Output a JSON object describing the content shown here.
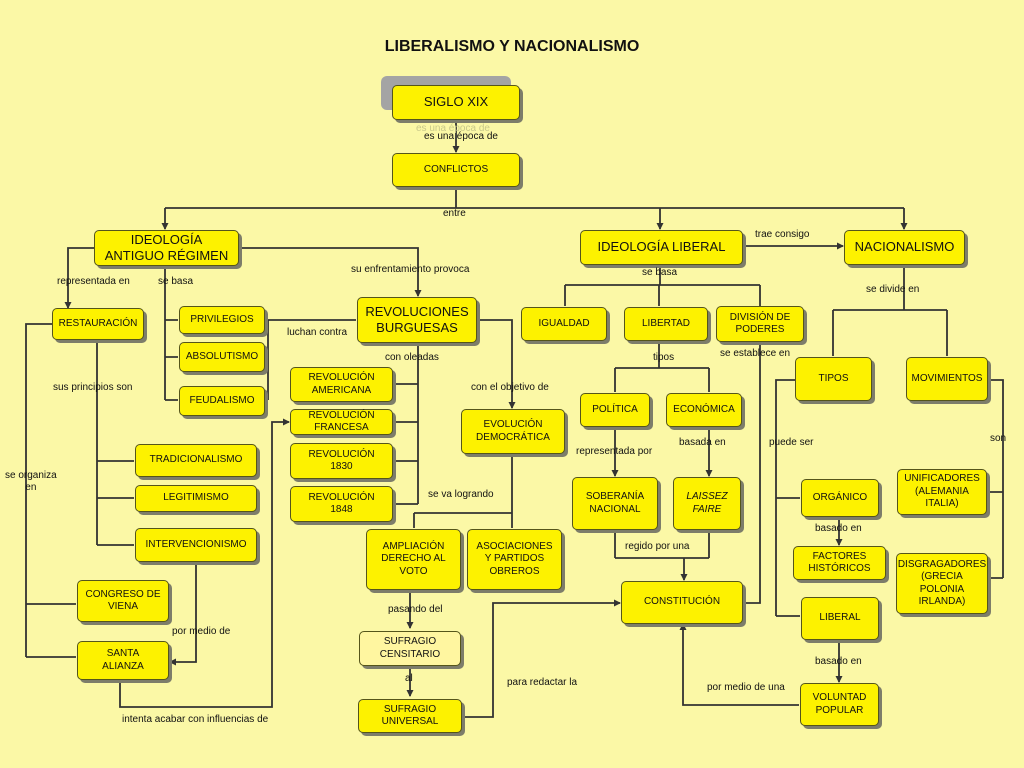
{
  "title": "LIBERALISMO Y NACIONALISMO",
  "nodes": {
    "siglo_xix": "SIGLO  XIX",
    "conflictos": "CONFLICTOS",
    "ideologia_antiguo_regimen": "IDEOLOGÍA\nANTIGUO RÉGIMEN",
    "ideologia_liberal": "IDEOLOGÍA LIBERAL",
    "nacionalismo": "NACIONALISMO",
    "restauracion": "RESTAURACIÓN",
    "privilegios": "PRIVILEGIOS",
    "absolutismo": "ABSOLUTISMO",
    "feudalismo": "FEUDALISMO",
    "revoluciones_burguesas": "REVOLUCIONES\nBURGUESAS",
    "igualdad": "IGUALDAD",
    "libertad": "LIBERTAD",
    "division_poderes": "DIVISIÓN DE\nPODERES",
    "tipos_nac": "TIPOS",
    "movimientos": "MOVIMIENTOS",
    "revolucion_americana": "REVOLUCIÓN\nAMERICANA",
    "revolucion_francesa": "REVOLUCIÓN\nFRANCESA",
    "revolucion_1830": "REVOLUCIÓN\n1830",
    "revolucion_1848": "REVOLUCIÓN\n1848",
    "evolucion_democratica": "EVOLUCIÓN\nDEMOCRÁTICA",
    "politica": "POLÍTICA",
    "economica": "ECONÓMICA",
    "tradicionalismo": "TRADICIONALISMO",
    "legitimismo": "LEGITIMISMO",
    "intervencionismo": "INTERVENCIONISMO",
    "soberania_nacional": "SOBERANÍA\nNACIONAL",
    "laissez_faire": "LAISSEZ\nFAIRE",
    "organico": "ORGÁNICO",
    "unificadores": "UNIFICADORES\n(ALEMANIA\nITALIA)",
    "ampliacion_derecho_voto": "AMPLIACIÓN\nDERECHO AL\nVOTO",
    "asociaciones_partidos_obreros": "ASOCIACIONES\nY PARTIDOS\nOBREROS",
    "factores_historicos": "FACTORES\nHISTÓRICOS",
    "disgregadores": "DISGRAGADORES\n(GRECIA\nPOLONIA\nIRLANDA)",
    "congreso_viena": "CONGRESO DE\nVIENA",
    "constitucion": "CONSTITUCIÓN",
    "liberal": "LIBERAL",
    "sufragio_censitario": "SUFRAGIO\nCENSITARIO",
    "santa_alianza": "SANTA\nALIANZA",
    "voluntad_popular": "VOLUNTAD\nPOPULAR",
    "sufragio_universal": "SUFRAGIO\nUNIVERSAL"
  },
  "labels": {
    "es_una_epoca_de_ghost": "es una época de",
    "es_una_epoca_de": "es una época de",
    "entre": "entre",
    "trae_consigo": "trae consigo",
    "su_enfrentamiento_provoca": "su enfrentamiento provoca",
    "se_basa_liberal": "se basa",
    "representada_en": "representada en",
    "se_basa_antiguo": "se basa",
    "se_divide_en": "se divide en",
    "luchan_contra": "luchan contra",
    "con_oleadas": "con oleadas",
    "tipos_lib": "tipos",
    "se_establece_en": "se establece en",
    "sus_principios_son": "sus principios son",
    "con_el_objetivo_de": "con el objetivo de",
    "son": "son",
    "basada_en": "basada en",
    "puede_ser": "puede ser",
    "representada_por": "representada por",
    "se_organiza_en": "se organiza\nen",
    "se_va_logrando": "se va logrando",
    "basado_en_1": "basado en",
    "regido_por_una": "regido por una",
    "pasando_del": "pasando del",
    "por_medio_de": "por medio de",
    "basado_en_2": "basado en",
    "al": "al",
    "para_redactar_la": "para redactar la",
    "por_medio_de_una": "por medio de una",
    "intenta_acabar": "intenta acabar con influencias de"
  }
}
